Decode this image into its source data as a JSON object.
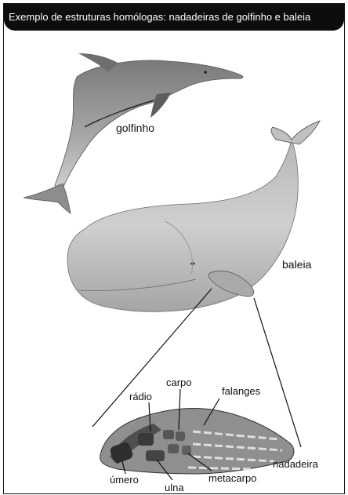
{
  "header": {
    "title": "Exemplo de estruturas homólogas: nadadeiras de golfinho e baleia"
  },
  "labels": {
    "golfinho": "golfinho",
    "baleia": "baleia",
    "carpo": "carpo",
    "radio": "rádio",
    "falanges": "falanges",
    "nadadeira": "nadadeira",
    "umero": "úmero",
    "ulna": "ulna",
    "metacarpo": "metacarpo"
  }
}
